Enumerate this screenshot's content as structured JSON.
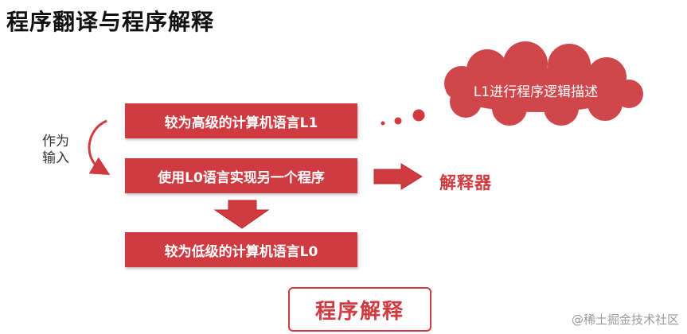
{
  "title": "程序翻译与程序解释",
  "boxes": {
    "higher_language": "较为高级的计算机语言L1",
    "implement_program": "使用L0语言实现另一个程序",
    "lower_language": "较为低级的计算机语言L0"
  },
  "side_label": [
    "作为",
    "输入"
  ],
  "interpreter_label": "解释器",
  "cloud_text": "L1进行程序逻辑描述",
  "bottom_label": "程序解释",
  "watermark": "@稀土掘金技术社区",
  "colors": {
    "accent": "#cf3b40",
    "cloud": "#d0474b",
    "text_dark": "#111111"
  }
}
